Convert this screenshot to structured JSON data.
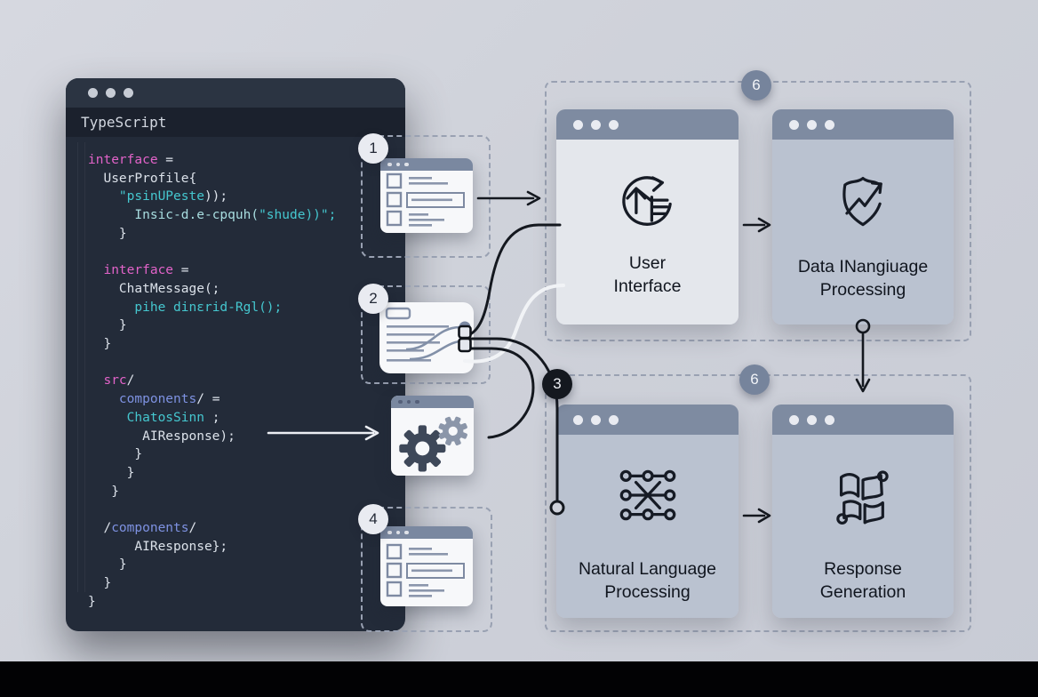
{
  "colors": {
    "background": "#ced1da",
    "editor_bg": "#232b39",
    "editor_topbar": "#2b3442",
    "editor_titlebar": "#1b212d",
    "keyword_pink": "#e263c9",
    "string_teal": "#45c7cf",
    "module_blue": "#7e92e2",
    "code_text": "#dce2ea",
    "slate_titlebar": "#7e8ba1",
    "card_light": "#e4e7ec",
    "card_gray": "#bac2d0",
    "dashed_border": "#99a1b2",
    "badge_light_bg": "#e9ebf1",
    "badge_slate_bg": "#76849c",
    "badge_dark_bg": "#14181f",
    "connector_black": "#14181f",
    "footer_black": "#020204"
  },
  "editor": {
    "title": "TypeScript",
    "lines": [
      [
        [
          "interface",
          "kw"
        ],
        [
          " =",
          "plain"
        ]
      ],
      [
        [
          "  UserProfile{",
          "plain"
        ]
      ],
      [
        [
          "    ",
          "plain"
        ],
        [
          "\"psinUPeste",
          "str"
        ],
        [
          "));",
          "plain"
        ]
      ],
      [
        [
          "      ",
          "plain"
        ],
        [
          "Insic-d.e-cpquh(",
          "str2"
        ],
        [
          "\"shude))\";",
          "str"
        ]
      ],
      [
        [
          "    }",
          "plain"
        ]
      ],
      [],
      [
        [
          "  ",
          "plain"
        ],
        [
          "interface",
          "kw"
        ],
        [
          " =",
          "plain"
        ]
      ],
      [
        [
          "    ChatMessage(;",
          "plain"
        ]
      ],
      [
        [
          "      ",
          "plain"
        ],
        [
          "pihe dinɛrid-Rgl();",
          "str"
        ]
      ],
      [
        [
          "    }",
          "plain"
        ]
      ],
      [
        [
          "  }",
          "plain"
        ]
      ],
      [],
      [
        [
          "  ",
          "plain"
        ],
        [
          "src",
          "kw"
        ],
        [
          "/",
          "plain"
        ]
      ],
      [
        [
          "    ",
          "plain"
        ],
        [
          "components",
          "mod"
        ],
        [
          "/ =",
          "plain"
        ]
      ],
      [
        [
          "     ",
          "plain"
        ],
        [
          "ChatosSinn",
          "str"
        ],
        [
          " ;",
          "plain"
        ]
      ],
      [
        [
          "       AIResponse);",
          "plain"
        ]
      ],
      [
        [
          "      }",
          "plain"
        ]
      ],
      [
        [
          "     }",
          "plain"
        ]
      ],
      [
        [
          "   }",
          "plain"
        ]
      ],
      [],
      [
        [
          "  /",
          "plain"
        ],
        [
          "components",
          "mod"
        ],
        [
          "/",
          "plain"
        ]
      ],
      [
        [
          "      AIResponse};",
          "plain"
        ]
      ],
      [
        [
          "    }",
          "plain"
        ]
      ],
      [
        [
          "  }",
          "plain"
        ]
      ],
      [
        [
          "}",
          "plain"
        ]
      ]
    ]
  },
  "middle": {
    "badge1": "1",
    "badge2": "2",
    "badge4": "4"
  },
  "flow": {
    "top_group_badge": "6",
    "bottom_group_badge": "6",
    "step_badge": "3",
    "cards": [
      {
        "id": "user-interface",
        "label_line1": "User",
        "label_line2": "Interface",
        "icon": "refresh-list-icon"
      },
      {
        "id": "data-language-processing",
        "label_line1": "Data INangiuage",
        "label_line2": "Processing",
        "icon": "shield-trend-icon"
      },
      {
        "id": "natural-language-processing",
        "label_line1": "Natural Language",
        "label_line2": "Processing",
        "icon": "network-nodes-icon"
      },
      {
        "id": "response-generation",
        "label_line1": "Response",
        "label_line2": "Generation",
        "icon": "flag-panels-icon"
      }
    ]
  },
  "icons": [
    "window-dots",
    "refresh-list-icon",
    "shield-trend-icon",
    "network-nodes-icon",
    "flag-panels-icon",
    "gears-icon",
    "form-list-thumbnail",
    "notes-thumbnail"
  ]
}
